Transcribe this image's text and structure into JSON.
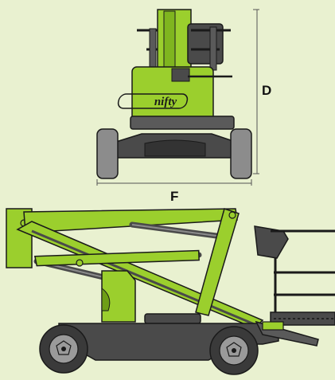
{
  "labels": {
    "height_dimension": "D",
    "width_dimension": "F"
  },
  "branding": {
    "logo_text": "nifty"
  },
  "colors": {
    "background": "#e9f1d0",
    "machine_green": "#9bcf2d",
    "machine_green_dark": "#6e9e16",
    "chassis_grey": "#4a4a4a",
    "tyre_grey": "#8c8c8c",
    "outline": "#1a1a1a"
  }
}
